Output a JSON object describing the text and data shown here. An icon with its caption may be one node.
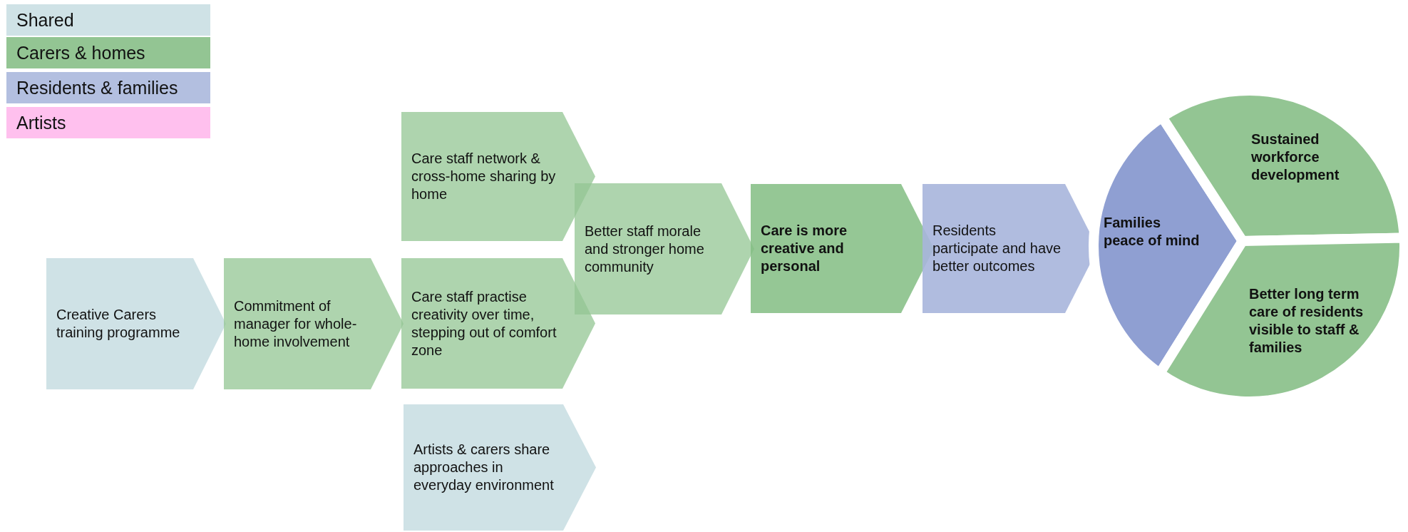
{
  "diagram": {
    "nodes": [
      {
        "text": [
          "Creative Carers training programme"
        ]
      },
      {
        "text": [
          "Commitment of manager for whole-home involvement"
        ]
      },
      {
        "text": [
          "Care staff network & cross-home sharing by home"
        ]
      },
      {
        "text": [
          "Care staff practise creativity over time, stepping out of comfort zone"
        ]
      },
      {
        "text": [
          "Artists & carers share approaches in everyday environment"
        ]
      },
      {
        "text": [
          "Better staff morale and stronger home community"
        ]
      },
      {
        "text": [
          "Care is more creative and personal"
        ]
      },
      {
        "text": [
          "Residents participate and have better outcomes"
        ]
      },
      {
        "text": [
          "Families peace of mind"
        ]
      },
      {
        "text": [
          "Sustained workforce development"
        ]
      },
      {
        "text": [
          "Better long term care of residents visible to staff & families"
        ]
      }
    ],
    "legend": [
      {
        "text": "Shared",
        "color": "#cfe2e6"
      },
      {
        "text": "Carers & homes",
        "color": "#93c593"
      },
      {
        "text": "Residents & families",
        "color": "#b3bfe0"
      },
      {
        "text": "Artists",
        "color": "#ffc0ee"
      }
    ]
  }
}
